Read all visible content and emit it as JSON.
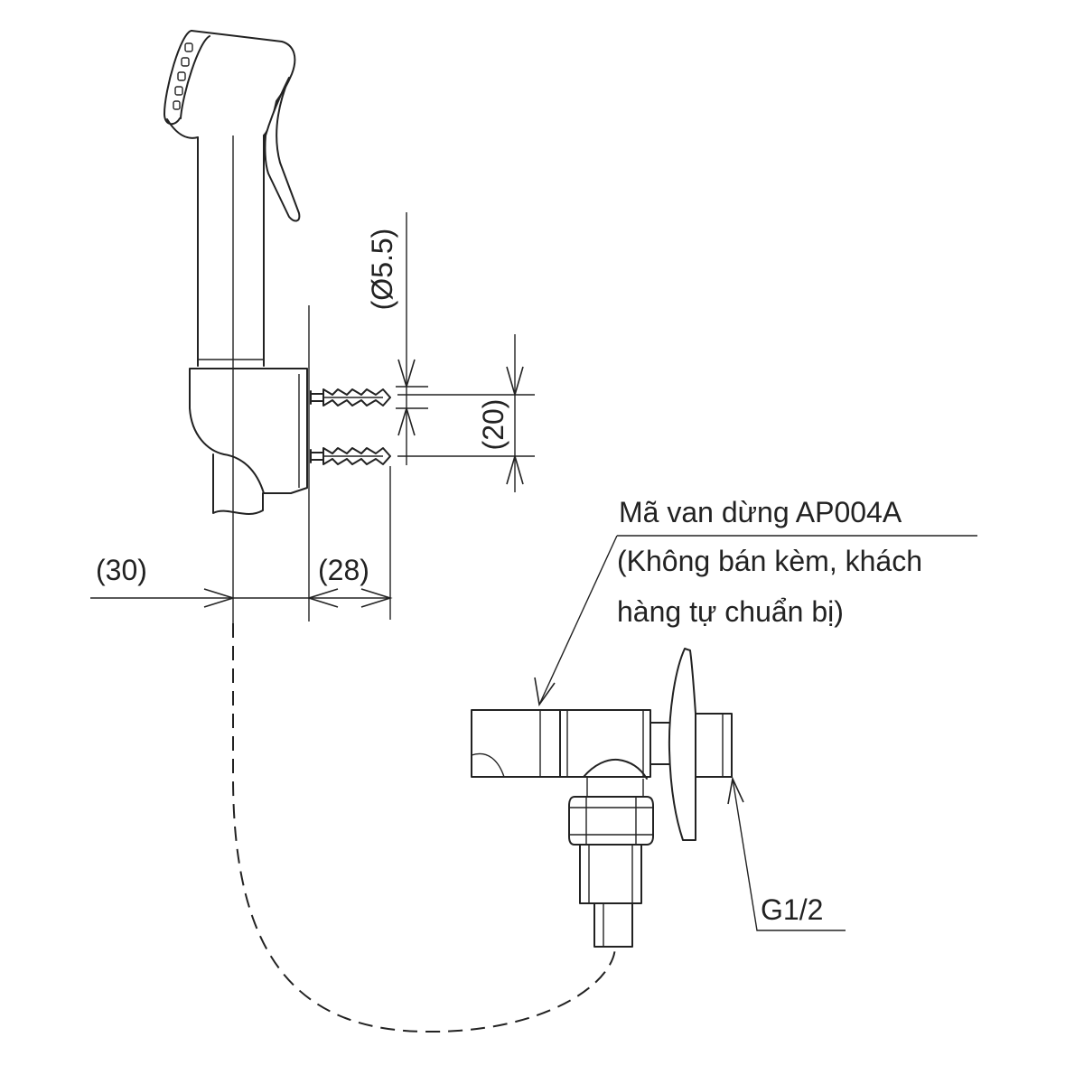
{
  "dimensions": {
    "anchor_diameter": "(Ø5.5)",
    "anchor_spacing": "(20)",
    "center_offset": "(30)",
    "holder_depth": "(28)"
  },
  "valve_note": {
    "line1": "Mã van dừng AP004A",
    "line2": "(Không bán kèm, khách",
    "line3": "hàng tự chuẩn bị)"
  },
  "thread_label": "G1/2",
  "colors": {
    "line": "#222222",
    "background": "#ffffff"
  }
}
